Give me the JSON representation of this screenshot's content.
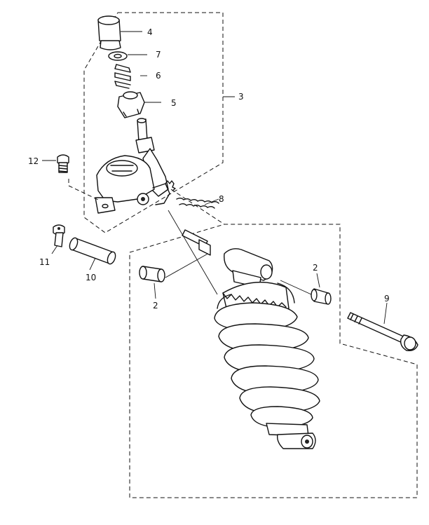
{
  "figure": {
    "callouts": [
      {
        "id": "c4",
        "text": "4"
      },
      {
        "id": "c7",
        "text": "7"
      },
      {
        "id": "c6",
        "text": "6"
      },
      {
        "id": "c5",
        "text": "5"
      },
      {
        "id": "c3",
        "text": "3"
      },
      {
        "id": "c12",
        "text": "12"
      },
      {
        "id": "c8",
        "text": "8"
      },
      {
        "id": "c11",
        "text": "11"
      },
      {
        "id": "c10",
        "text": "10"
      },
      {
        "id": "c2a",
        "text": "2"
      },
      {
        "id": "c2b",
        "text": "2"
      },
      {
        "id": "c9",
        "text": "9"
      }
    ]
  }
}
